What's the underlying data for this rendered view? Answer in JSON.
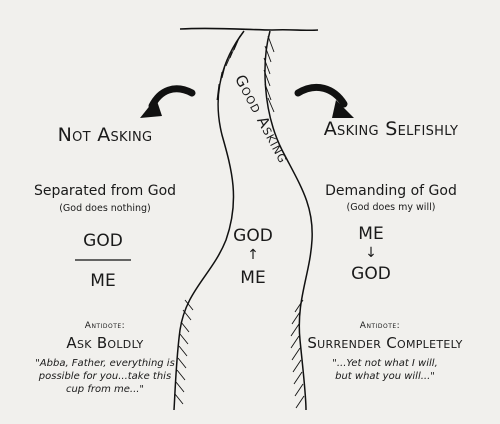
{
  "center_label": "Good Asking",
  "center": {
    "top": "GOD",
    "arrow": "↑",
    "bottom": "ME"
  },
  "left": {
    "heading": "Not Asking",
    "subtitle": "Separated from God",
    "note": "(God does nothing)",
    "top": "GOD",
    "bottom": "ME",
    "antidote_label": "Antidote:",
    "action": "Ask Boldly",
    "quote_lines": [
      "\"Abba, Father, everything is",
      "possible for you...take this",
      "cup from me...\""
    ]
  },
  "right": {
    "heading": "Asking Selfishly",
    "subtitle": "Demanding of God",
    "note": "(God does my will)",
    "top": "ME",
    "arrow": "↓",
    "bottom": "GOD",
    "antidote_label": "Antidote:",
    "action": "Surrender Completely",
    "quote_lines": [
      "\"...Yet not what I will,",
      "but what you will...\""
    ]
  },
  "colors": {
    "ink": "#1a1a1a",
    "paper": "#f1f0ed"
  }
}
